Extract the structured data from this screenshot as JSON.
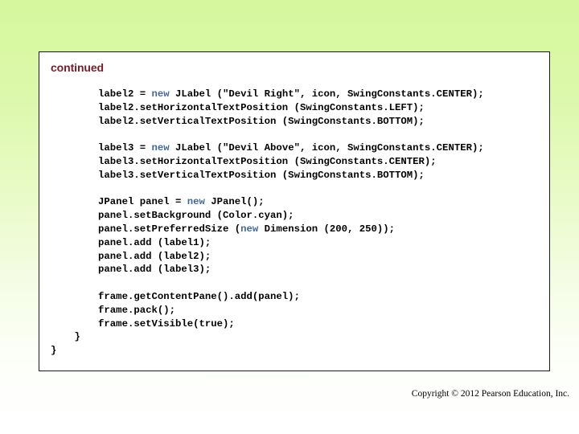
{
  "slide": {
    "background_top_color": "#d6f79c",
    "background_bottom_color": "#ffffff",
    "heading": "continued",
    "heading_color": "#7b1b28"
  },
  "code_panel": {
    "background_color": "#ffffff",
    "border_color": "#1a1a1a",
    "keyword_color": "#41699f",
    "text_color": "#000000",
    "lines": [
      {
        "indent": 8,
        "segments": [
          {
            "text": "label2 = "
          },
          {
            "text": "new",
            "kind": "keyword"
          },
          {
            "text": " JLabel (\"Devil Right\", icon, SwingConstants.CENTER);"
          }
        ]
      },
      {
        "indent": 8,
        "segments": [
          {
            "text": "label2.setHorizontalTextPosition (SwingConstants.LEFT);"
          }
        ]
      },
      {
        "indent": 8,
        "segments": [
          {
            "text": "label2.setVerticalTextPosition (SwingConstants.BOTTOM);"
          }
        ]
      },
      {
        "indent": 0,
        "segments": []
      },
      {
        "indent": 8,
        "segments": [
          {
            "text": "label3 = "
          },
          {
            "text": "new",
            "kind": "keyword"
          },
          {
            "text": " JLabel (\"Devil Above\", icon, SwingConstants.CENTER);"
          }
        ]
      },
      {
        "indent": 8,
        "segments": [
          {
            "text": "label3.setHorizontalTextPosition (SwingConstants.CENTER);"
          }
        ]
      },
      {
        "indent": 8,
        "segments": [
          {
            "text": "label3.setVerticalTextPosition (SwingConstants.BOTTOM);"
          }
        ]
      },
      {
        "indent": 0,
        "segments": []
      },
      {
        "indent": 8,
        "segments": [
          {
            "text": "JPanel panel = "
          },
          {
            "text": "new",
            "kind": "keyword"
          },
          {
            "text": " JPanel();"
          }
        ]
      },
      {
        "indent": 8,
        "segments": [
          {
            "text": "panel.setBackground (Color.cyan);"
          }
        ]
      },
      {
        "indent": 8,
        "segments": [
          {
            "text": "panel.setPreferredSize ("
          },
          {
            "text": "new",
            "kind": "keyword"
          },
          {
            "text": " Dimension (200, 250));"
          }
        ]
      },
      {
        "indent": 8,
        "segments": [
          {
            "text": "panel.add (label1);"
          }
        ]
      },
      {
        "indent": 8,
        "segments": [
          {
            "text": "panel.add (label2);"
          }
        ]
      },
      {
        "indent": 8,
        "segments": [
          {
            "text": "panel.add (label3);"
          }
        ]
      },
      {
        "indent": 0,
        "segments": []
      },
      {
        "indent": 8,
        "segments": [
          {
            "text": "frame.getContentPane().add(panel);"
          }
        ]
      },
      {
        "indent": 8,
        "segments": [
          {
            "text": "frame.pack();"
          }
        ]
      },
      {
        "indent": 8,
        "segments": [
          {
            "text": "frame.setVisible(true);"
          }
        ]
      },
      {
        "indent": 4,
        "segments": [
          {
            "text": "}"
          }
        ]
      },
      {
        "indent": 0,
        "segments": [
          {
            "text": "}"
          }
        ]
      }
    ]
  },
  "footer": {
    "copyright": "Copyright © 2012 Pearson Education, Inc."
  }
}
